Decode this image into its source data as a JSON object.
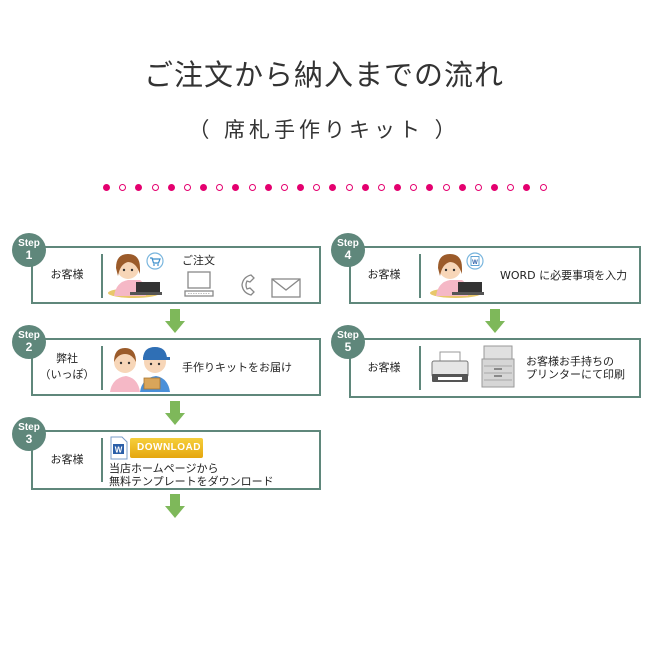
{
  "title": "ご注文から納入までの流れ",
  "subtitle": "（ 席札手作りキット ）",
  "steps": [
    {
      "step_label": "Step",
      "number": "1",
      "who": "お客様",
      "text": "ご注文"
    },
    {
      "step_label": "Step",
      "number": "2",
      "who_line1": "弊社",
      "who_line2": "（いっぽ）",
      "text": "手作りキットをお届け"
    },
    {
      "step_label": "Step",
      "number": "3",
      "who": "お客様",
      "button": "DOWNLOAD",
      "text_line1": "当店ホームページから",
      "text_line2": "無料テンプレートをダウンロード"
    },
    {
      "step_label": "Step",
      "number": "4",
      "who": "お客様",
      "text": "WORD に必要事項を入力"
    },
    {
      "step_label": "Step",
      "number": "5",
      "who": "お客様",
      "text_line1": "お客様お手持ちの",
      "text_line2": "プリンターにて印刷"
    }
  ],
  "colors": {
    "accent": "#5f877b",
    "dots": "#e4006f",
    "arrow": "#7eb85a"
  }
}
